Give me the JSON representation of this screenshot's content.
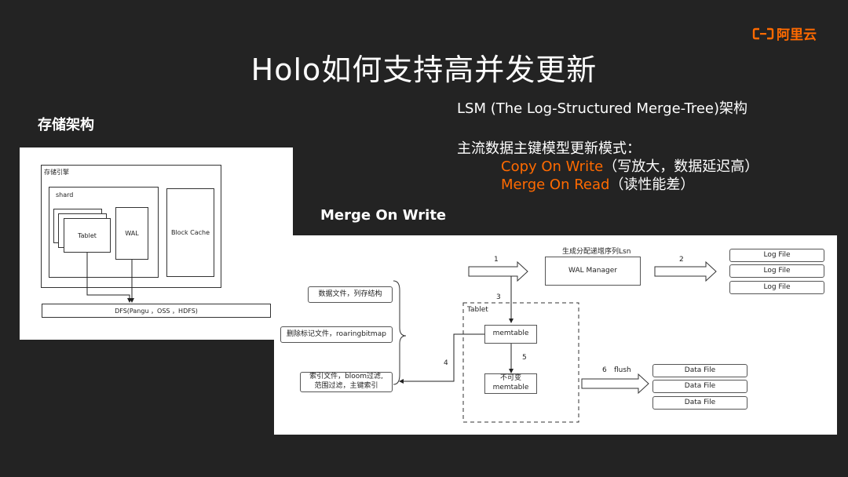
{
  "slide": {
    "title": "Holo如何支持高并发更新",
    "brand": "阿里云",
    "brand_icon": "aliyun-logo-icon",
    "storage_label": "存储架构",
    "mow_label": "Merge On Write",
    "lsm_line": "LSM (The Log-Structured Merge-Tree)架构",
    "modes_heading": "主流数据主键模型更新模式：",
    "mode1_name": "Copy On Write",
    "mode1_note": "（写放大，数据延迟高）",
    "mode2_name": "Merge On Read",
    "mode2_note": "（读性能差）",
    "accent_color": "#ff6a00"
  },
  "storage_diagram": {
    "engine_label": "存储引擎",
    "shard_label": "shard",
    "tablet_label": "Tablet",
    "wal_label": "WAL",
    "block_cache_label": "Block Cache",
    "dfs_label": "DFS(Pangu ，OSS ，HDFS)"
  },
  "mow_diagram": {
    "lsn_label": "生成分配递增序列Lsn",
    "wal_manager_label": "WAL Manager",
    "step1": "1",
    "step2": "2",
    "step3": "3",
    "step4": "4",
    "step5": "5",
    "step6": "6",
    "flush_label": "flush",
    "tablet_label": "Tablet",
    "memtable_label": "memtable",
    "immutable_line1": "不可变",
    "immutable_line2": "memtable",
    "log_files": [
      "Log File",
      "Log File",
      "Log File"
    ],
    "data_files": [
      "Data File",
      "Data File",
      "Data File"
    ],
    "file_box1": "数据文件，列存结构",
    "file_box2": "删除标记文件，roaringbitmap",
    "file_box3_line1": "索引文件，bloom过滤,",
    "file_box3_line2": "范围过滤，主键索引"
  }
}
